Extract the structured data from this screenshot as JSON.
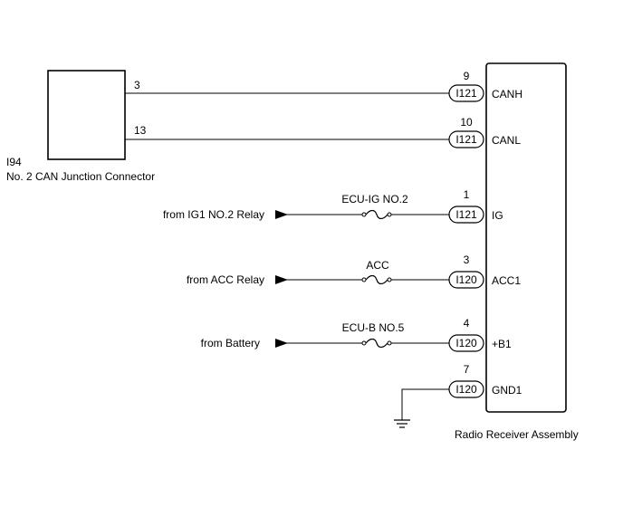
{
  "junction": {
    "id": "I94",
    "name": "No. 2 CAN Junction Connector",
    "pins": [
      "3",
      "13"
    ]
  },
  "receiver": {
    "name": "Radio Receiver Assembly"
  },
  "circuits": [
    {
      "key": "canh",
      "pin": "9",
      "connector": "I121",
      "terminal": "CANH"
    },
    {
      "key": "canl",
      "pin": "10",
      "connector": "I121",
      "terminal": "CANL"
    },
    {
      "key": "ig",
      "pin": "1",
      "connector": "I121",
      "terminal": "IG",
      "source": "from IG1 NO.2 Relay",
      "fuse": "ECU-IG NO.2"
    },
    {
      "key": "acc1",
      "pin": "3",
      "connector": "I120",
      "terminal": "ACC1",
      "source": "from ACC Relay",
      "fuse": "ACC"
    },
    {
      "key": "b1",
      "pin": "4",
      "connector": "I120",
      "terminal": "+B1",
      "source": "from Battery",
      "fuse": "ECU-B NO.5"
    },
    {
      "key": "gnd1",
      "pin": "7",
      "connector": "I120",
      "terminal": "GND1"
    }
  ]
}
